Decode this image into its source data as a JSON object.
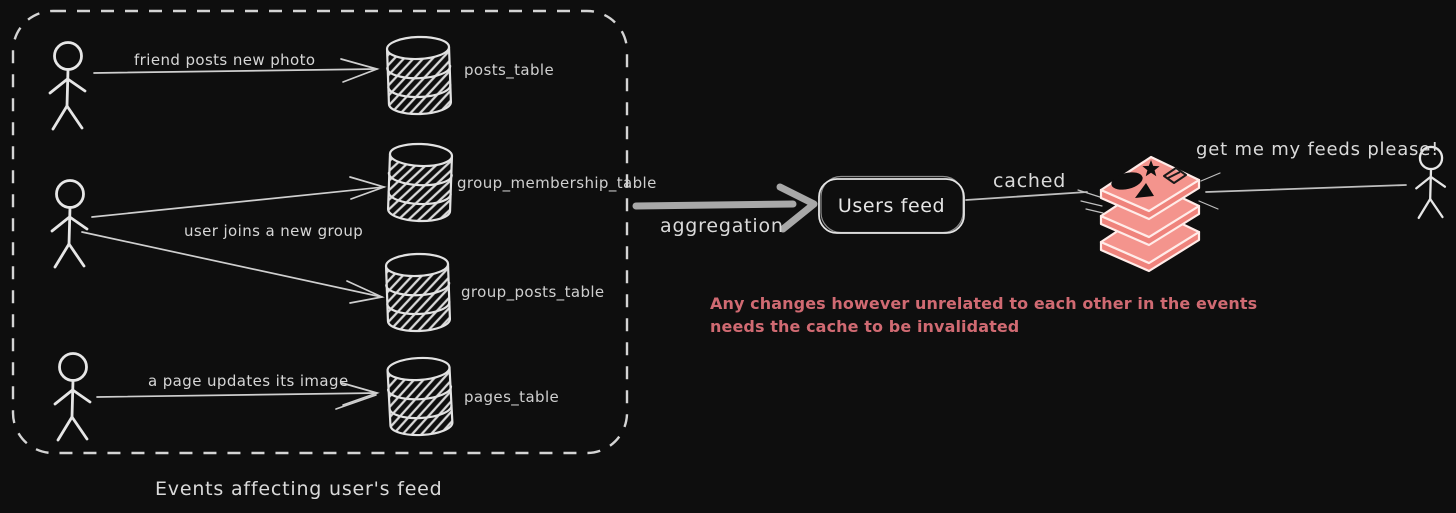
{
  "diagram": {
    "events_group": {
      "caption": "Events affecting user's feed",
      "edges": {
        "friend_posts": "friend posts new photo",
        "user_joins": "user joins a new group",
        "page_updates": "a page updates its image"
      },
      "tables": {
        "posts": "posts_table",
        "group_membership": "group_membership_table",
        "group_posts": "group_posts_table",
        "pages": "pages_table"
      }
    },
    "pipeline": {
      "aggregation_label": "aggregation",
      "users_feed_label": "Users feed",
      "cached_label": "cached",
      "request_label": "get me my feeds please!"
    },
    "note": {
      "line1": "Any changes however unrelated to each other in the events",
      "line2": "needs the cache to be invalidated"
    },
    "icons": {
      "database": "database-cylinder-icon",
      "actor": "stick-figure-icon",
      "cache_stack": "layered-cache-stack-icon"
    },
    "colors": {
      "background": "#0e0e0e",
      "ink": "#e2e2e2",
      "thin_arrow": "#cfcfcf",
      "thick_arrow": "#a8a8a8",
      "cache_salmon": "#f4948d",
      "cache_salmon_side": "#ef837c",
      "note_red": "#d06a72"
    }
  }
}
